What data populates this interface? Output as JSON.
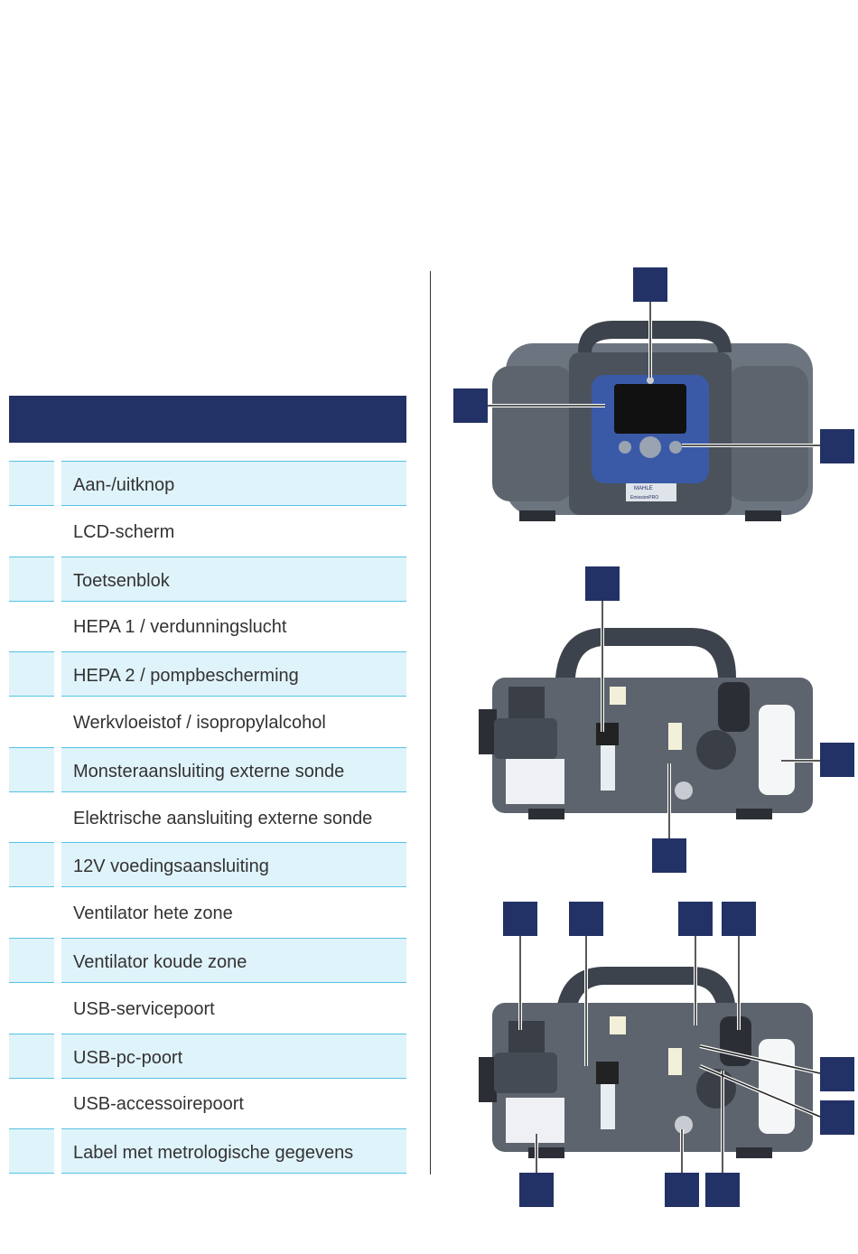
{
  "table": {
    "header": "",
    "rows": [
      {
        "label": "Aan-/uitknop",
        "shaded": true
      },
      {
        "label": "LCD-scherm",
        "shaded": false
      },
      {
        "label": "Toetsenblok",
        "shaded": true
      },
      {
        "label": "HEPA 1 / verdunningslucht",
        "shaded": false
      },
      {
        "label": "HEPA 2 / pompbescherming",
        "shaded": true
      },
      {
        "label": "Werkvloeistof / isopropylalcohol",
        "shaded": false
      },
      {
        "label": "Monsteraansluiting externe sonde",
        "shaded": true
      },
      {
        "label": "Elektrische aansluiting externe sonde",
        "shaded": false
      },
      {
        "label": "12V voedingsaansluiting",
        "shaded": true
      },
      {
        "label": "Ventilator hete zone",
        "shaded": false
      },
      {
        "label": "Ventilator koude zone",
        "shaded": true
      },
      {
        "label": "USB-servicepoort",
        "shaded": false
      },
      {
        "label": "USB-pc-poort",
        "shaded": true
      },
      {
        "label": "USB-accessoirepoort",
        "shaded": false
      },
      {
        "label": "Label met metrologische gegevens",
        "shaded": true
      }
    ]
  },
  "device": {
    "brand": "MAHLE",
    "model": "EmissionPRO"
  },
  "colors": {
    "navy": "#233266",
    "row_shade": "#dff3fa",
    "row_border": "#55c3e3"
  }
}
